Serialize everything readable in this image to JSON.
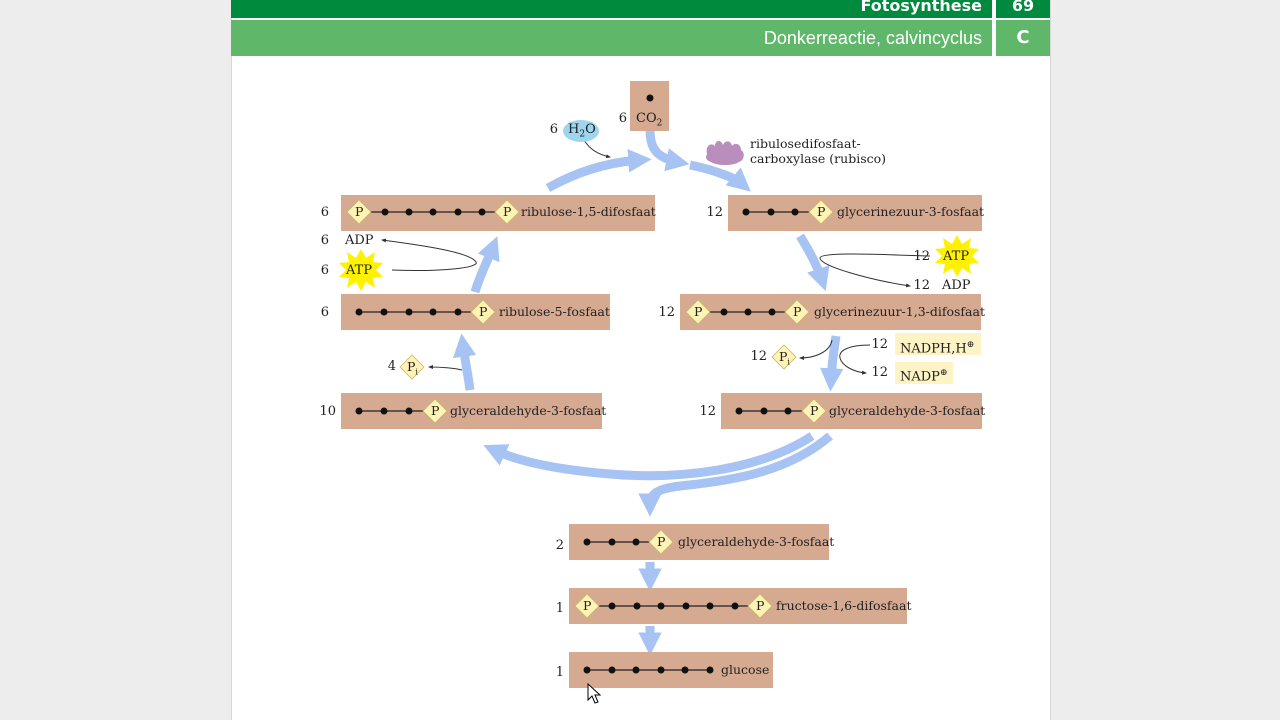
{
  "header": {
    "chapter_title": "Fotosynthese",
    "chapter_number": "69",
    "section_title": "Donkerreactie, calvincyclus",
    "section_letter": "C"
  },
  "diagram": {
    "co2": {
      "count": "6",
      "formula": "CO",
      "subscript": "2"
    },
    "h2o": {
      "count": "6",
      "formula_h": "H",
      "subscript": "2",
      "formula_o": "O"
    },
    "enzyme": {
      "line1": "ribulosedifosfaat-",
      "line2": "carboxylase (rubisco)"
    },
    "phosphate_symbol": "P",
    "molecules": {
      "ribulose_15_difosfaat": {
        "count": "6",
        "label": "ribulose-1,5-difosfaat"
      },
      "glycerinezuur_3_fosfaat": {
        "count": "12",
        "label": "glycerinezuur-3-fosfaat"
      },
      "glycerinezuur_13_difosfaat": {
        "count": "12",
        "label": "glycerinezuur-1,3-difosfaat"
      },
      "glyceraldehyde_3_fosfaat_right": {
        "count": "12",
        "label": "glyceraldehyde-3-fosfaat"
      },
      "glyceraldehyde_3_fosfaat_left": {
        "count": "10",
        "label": "glyceraldehyde-3-fosfaat"
      },
      "ribulose_5_fosfaat": {
        "count": "6",
        "label": "ribulose-5-fosfaat"
      },
      "glyceraldehyde_3_fosfaat_out": {
        "count": "2",
        "label": "glyceraldehyde-3-fosfaat"
      },
      "fructose_16_difosfaat": {
        "count": "1",
        "label": "fructose-1,6-difosfaat"
      },
      "glucose": {
        "count": "1",
        "label": "glucose"
      }
    },
    "cofactors": {
      "left_adp": {
        "count": "6",
        "label": "ADP"
      },
      "left_atp": {
        "count": "6",
        "label": "ATP"
      },
      "right_atp": {
        "count": "12",
        "label": "ATP"
      },
      "right_adp": {
        "count": "12",
        "label": "ADP"
      },
      "nadph": {
        "count": "12",
        "label": "NADPH,H"
      },
      "nadp": {
        "count": "12",
        "label": "NADP"
      },
      "charge_symbol": "⊕",
      "pi_right": {
        "count": "12",
        "letter": "P",
        "subscript": "i"
      },
      "pi_left": {
        "count": "4",
        "letter": "P",
        "subscript": "i"
      }
    }
  },
  "colors": {
    "header_dark": "#008a3e",
    "header_light": "#5fb86a",
    "molecule_box": "#d5aa91",
    "arrow": "#a6c3f4",
    "phosphate": "#fdf3b4",
    "atp_burst": "#fff200",
    "water_blob": "#9dd5ef",
    "enzyme": "#b98ebd"
  }
}
